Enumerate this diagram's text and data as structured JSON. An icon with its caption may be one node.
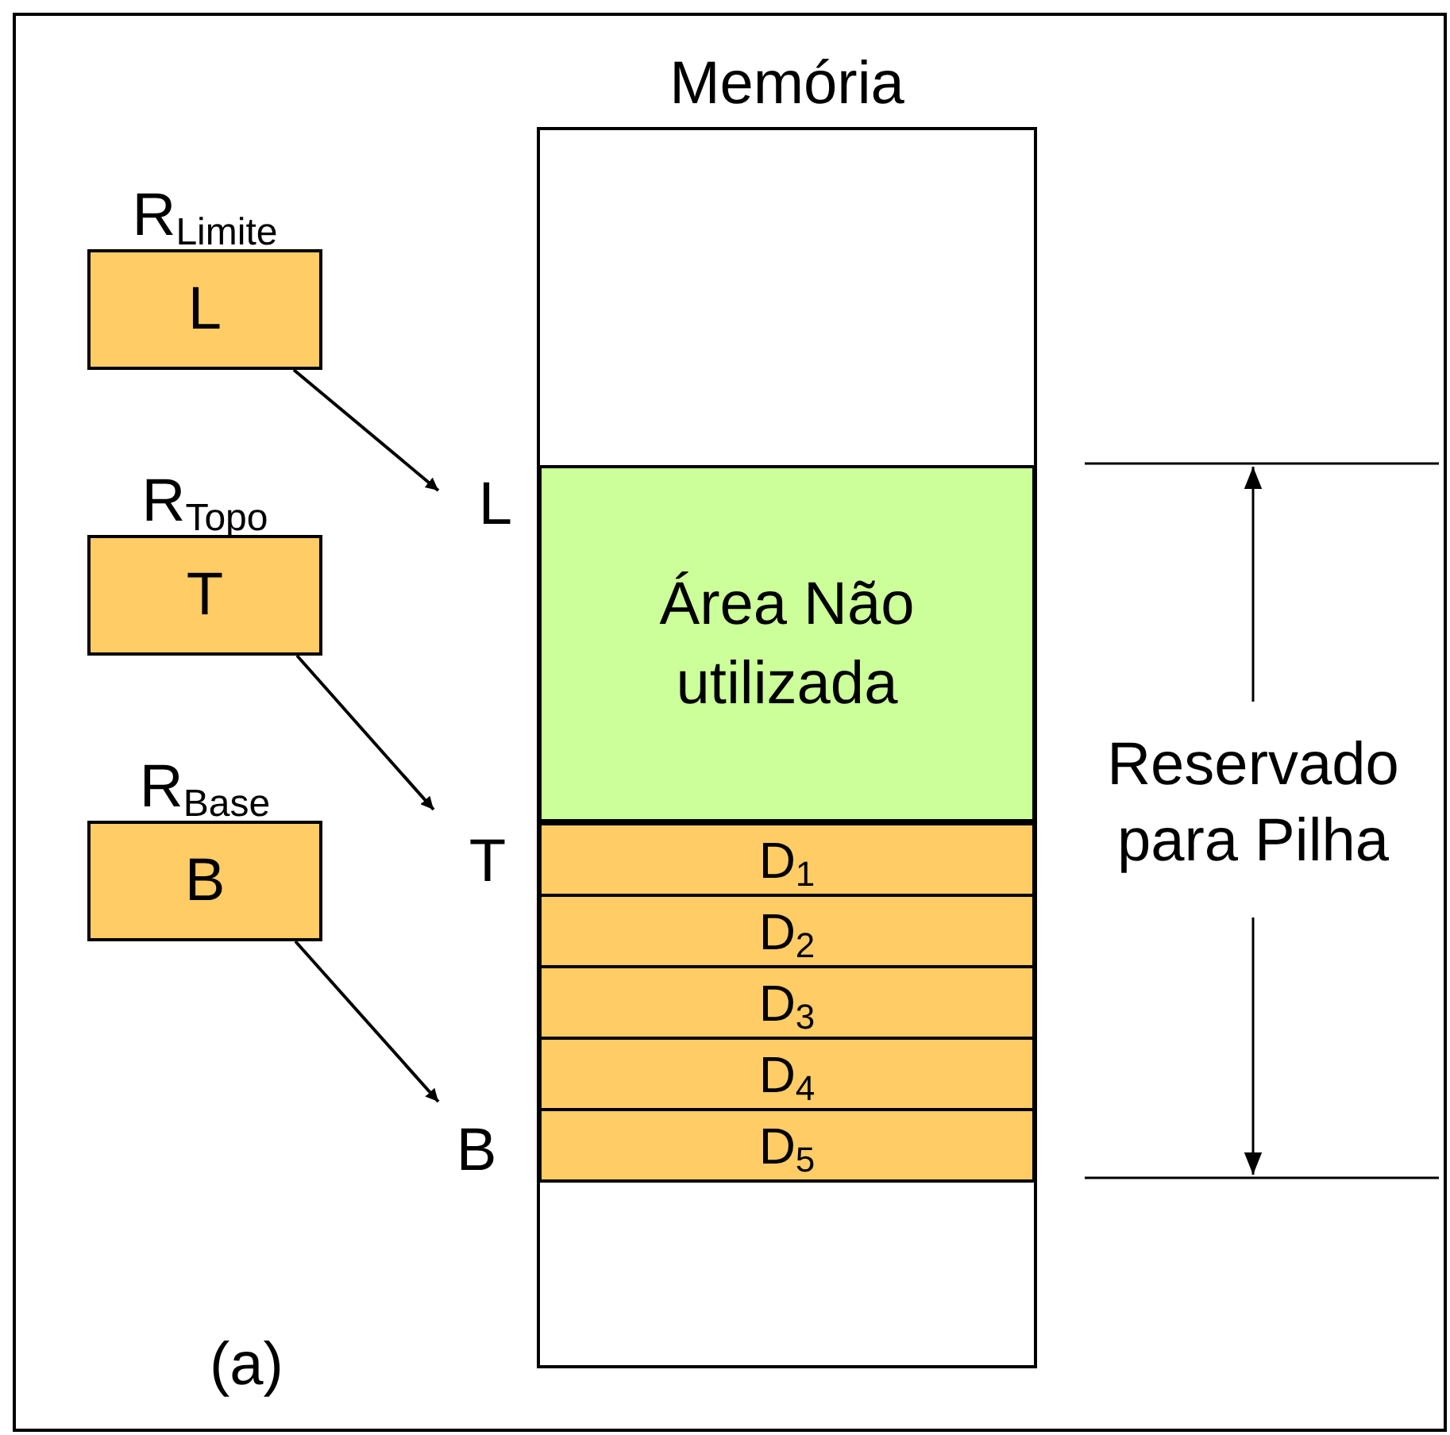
{
  "diagram": {
    "nodes": [
      {
        "text": [
          "Memória"
        ]
      },
      {
        "text": [
          "R$_{Limite}$",
          "L"
        ]
      },
      {
        "text": [
          "R$_{Topo}$",
          "T"
        ]
      },
      {
        "text": [
          "R$_{Base}$",
          "B"
        ]
      },
      {
        "text": [
          "L"
        ]
      },
      {
        "text": [
          "T"
        ]
      },
      {
        "text": [
          "B"
        ]
      },
      {
        "text": [
          "Área Não utilizada"
        ],
        "in": 0
      },
      {
        "text": [
          "D$_{1}$"
        ],
        "in": 0
      },
      {
        "text": [
          "D$_{2}$"
        ],
        "in": 0
      },
      {
        "text": [
          "D$_{3}$"
        ],
        "in": 0
      },
      {
        "text": [
          "D$_{4}$"
        ],
        "in": 0
      },
      {
        "text": [
          "D$_{5}$"
        ],
        "in": 0
      }
    ],
    "edges": [
      {
        "from": 1,
        "to": 4,
        "arrow": "to"
      },
      {
        "from": 2,
        "to": 5,
        "arrow": "to"
      },
      {
        "from": 3,
        "to": 6,
        "arrow": "to"
      }
    ],
    "labels": [
      "Reservado para Pilha",
      "(a)"
    ]
  }
}
